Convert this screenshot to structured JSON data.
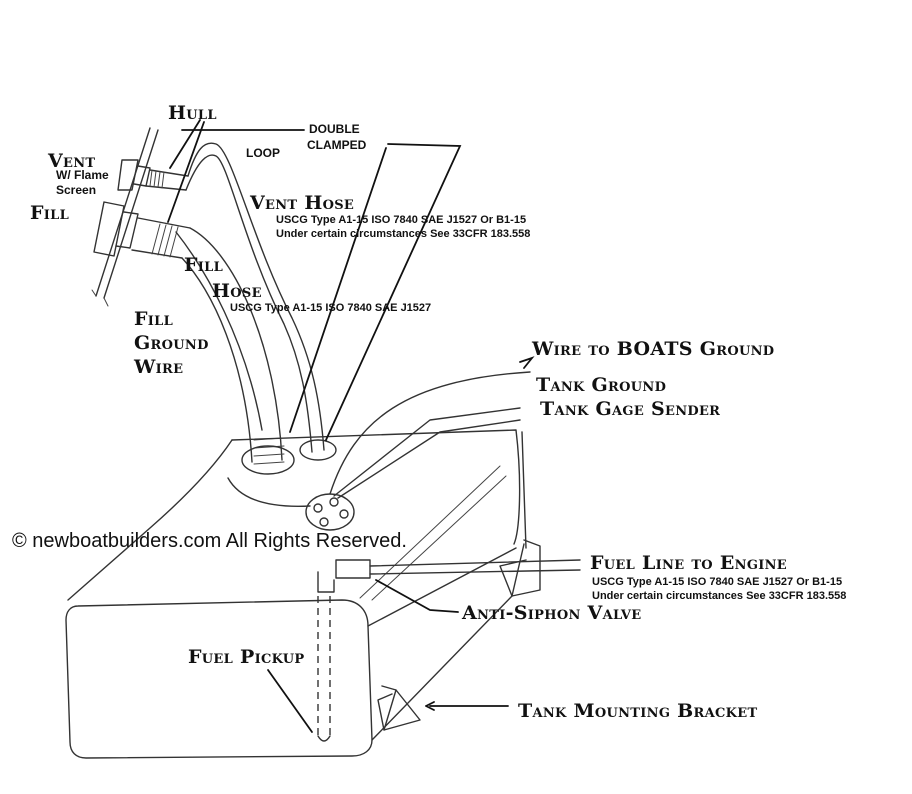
{
  "labels": {
    "hull": "Hull",
    "double_clamped_1": "DOUBLE",
    "double_clamped_2": "CLAMPED",
    "loop": "LOOP",
    "vent": "Vent",
    "vent_sub_1": "W/ Flame",
    "vent_sub_2": "Screen",
    "fill": "Fill",
    "vent_hose": "Vent Hose",
    "vent_hose_spec_1": "USCG Type A1-15 ISO 7840 SAE J1527 Or B1-15",
    "vent_hose_spec_2": "Under certain circumstances See 33CFR 183.558",
    "fill_hose_1": "Fill",
    "fill_hose_2": "Hose",
    "fill_hose_spec": "USCG Type A1-15   ISO 7840    SAE J1527",
    "fill_ground_1": "Fill",
    "fill_ground_2": "Ground",
    "fill_ground_3": "Wire",
    "wire_to_ground": "Wire to BOATS Ground",
    "tank_ground": "Tank Ground",
    "tank_gage": "Tank Gage Sender",
    "watermark": "© newboatbuilders.com    All Rights Reserved.",
    "fuel_line": "Fuel Line to Engine",
    "fuel_line_spec_1": "USCG Type A1-15 ISO 7840 SAE J1527 Or B1-15",
    "fuel_line_spec_2": "Under certain circumstances See 33CFR 183.558",
    "anti_siphon": "Anti-Siphon Valve",
    "fuel_pickup": "Fuel Pickup",
    "mounting_bracket": "Tank Mounting Bracket"
  }
}
